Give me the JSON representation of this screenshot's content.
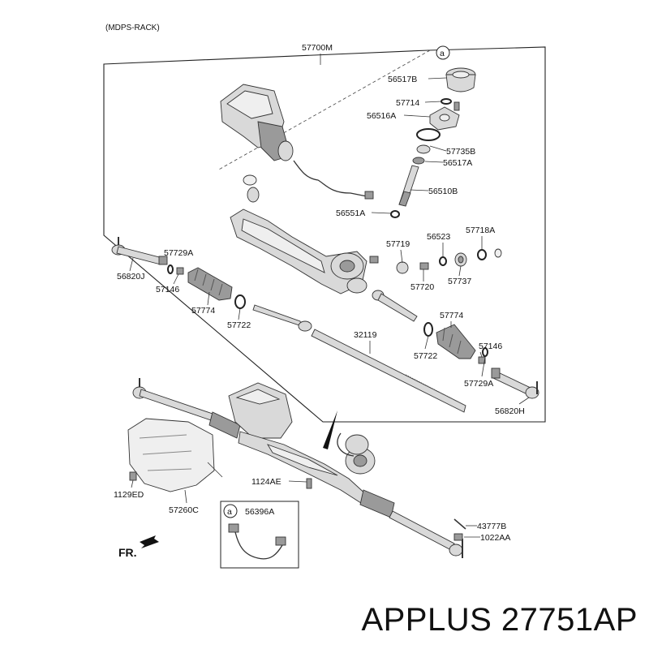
{
  "header": {
    "section_label": "(MDPS-RACK)"
  },
  "assembly": {
    "label": "57700M",
    "callout": "a"
  },
  "inset": {
    "callout": "a",
    "label": "56396A"
  },
  "parts": {
    "p56517B_top": "56517B",
    "p57714": "57714",
    "p56516A": "56516A",
    "p57735B": "57735B",
    "p56517A": "56517A",
    "p56510B": "56510B",
    "p56551A": "56551A",
    "p57719": "57719",
    "p56523": "56523",
    "p57718A": "57718A",
    "p57720": "57720",
    "p57737": "57737",
    "p57729A_left": "57729A",
    "p56820J": "56820J",
    "p57146_left": "57146",
    "p57774_left": "57774",
    "p57722_left": "57722",
    "p32119": "32119",
    "p57774_right": "57774",
    "p57722_right": "57722",
    "p57146_right": "57146",
    "p57729A_right": "57729A",
    "p56820H": "56820H",
    "p1124AE": "1124AE",
    "p1129ED": "1129ED",
    "p57260C": "57260C",
    "p43777B": "43777B",
    "p1022AA": "1022AA"
  },
  "direction": {
    "label": "FR."
  },
  "brand": {
    "text": "APPLUS 27751AP"
  }
}
